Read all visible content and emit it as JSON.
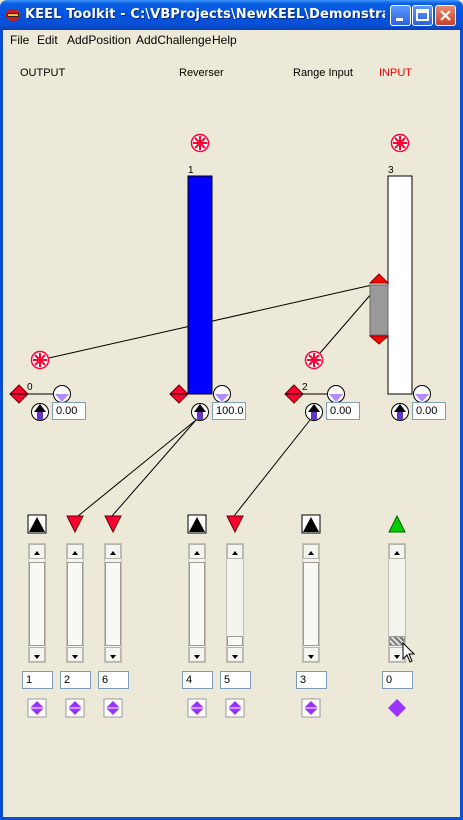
{
  "window": {
    "title": "KEEL Toolkit - C:\\VBProjects\\NewKEEL\\Demonstration Fi...",
    "accent": "#0054e3"
  },
  "menu": {
    "items": [
      "File",
      "Edit",
      "AddPosition",
      "AddChallenge",
      "Help"
    ]
  },
  "headers": {
    "output": "OUTPUT",
    "reverser": "Reverser",
    "range_input": "Range Input",
    "input": "INPUT",
    "input_color": "#ff0000"
  },
  "columns": [
    {
      "id": "output",
      "index": "0",
      "value": "0.00",
      "bar_color": null,
      "bar_fill": 0
    },
    {
      "id": "reverser",
      "index": "1",
      "value": "100.0",
      "bar_color": "#0000ff",
      "bar_fill": 1.0
    },
    {
      "id": "range_input",
      "index": "2",
      "value": "0.00",
      "bar_color": null,
      "bar_fill": 0
    },
    {
      "id": "input",
      "index": "3",
      "value": "0.00",
      "bar_color": "#ffffff",
      "bar_fill": 1.0
    }
  ],
  "range_marker": {
    "color": "#999999",
    "arrow_color": "#ff0000"
  },
  "priority_sliders": [
    {
      "id": "s1",
      "arrow": "up-black",
      "value": "1"
    },
    {
      "id": "s2",
      "arrow": "down-red",
      "value": "2"
    },
    {
      "id": "s3",
      "arrow": "down-red",
      "value": "6"
    },
    {
      "id": "s4",
      "arrow": "up-black",
      "value": "4"
    },
    {
      "id": "s5",
      "arrow": "down-red",
      "value": "5"
    },
    {
      "id": "s6",
      "arrow": "up-black",
      "value": "3"
    },
    {
      "id": "s7",
      "arrow": "up-green",
      "value": "0"
    }
  ],
  "colors": {
    "red": "#ff0033",
    "purple": "#9933ff",
    "green": "#00cc00",
    "blue": "#0000ff"
  }
}
